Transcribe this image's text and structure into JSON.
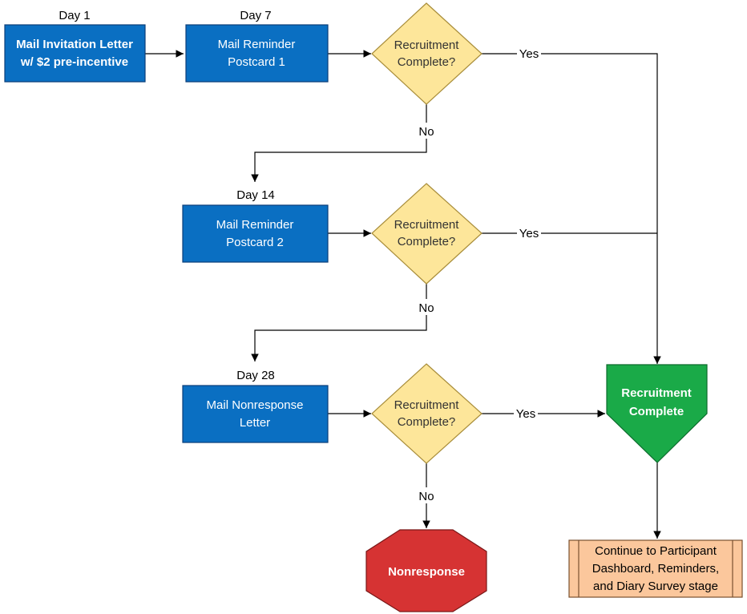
{
  "steps": {
    "day1": {
      "label": "Day 1",
      "line1": "Mail Invitation Letter",
      "line2": "w/ $2 pre-incentive"
    },
    "day7": {
      "label": "Day 7",
      "line1": "Mail Reminder",
      "line2": "Postcard 1"
    },
    "day14": {
      "label": "Day 14",
      "line1": "Mail Reminder",
      "line2": "Postcard 2"
    },
    "day28": {
      "label": "Day 28",
      "line1": "Mail Nonresponse",
      "line2": "Letter"
    }
  },
  "decision": {
    "line1": "Recruitment",
    "line2": "Complete?",
    "yes": "Yes",
    "no": "No"
  },
  "complete": {
    "line1": "Recruitment",
    "line2": "Complete"
  },
  "nonresponse": {
    "label": "Nonresponse"
  },
  "continue": {
    "line1": "Continue to Participant",
    "line2": "Dashboard, Reminders,",
    "line3": "and Diary Survey stage"
  },
  "colors": {
    "step_fill": "#0a6fc2",
    "decision_fill": "#fde69a",
    "complete_fill": "#1aaa48",
    "nonresponse_fill": "#d63333",
    "continue_fill": "#fbc79c"
  }
}
